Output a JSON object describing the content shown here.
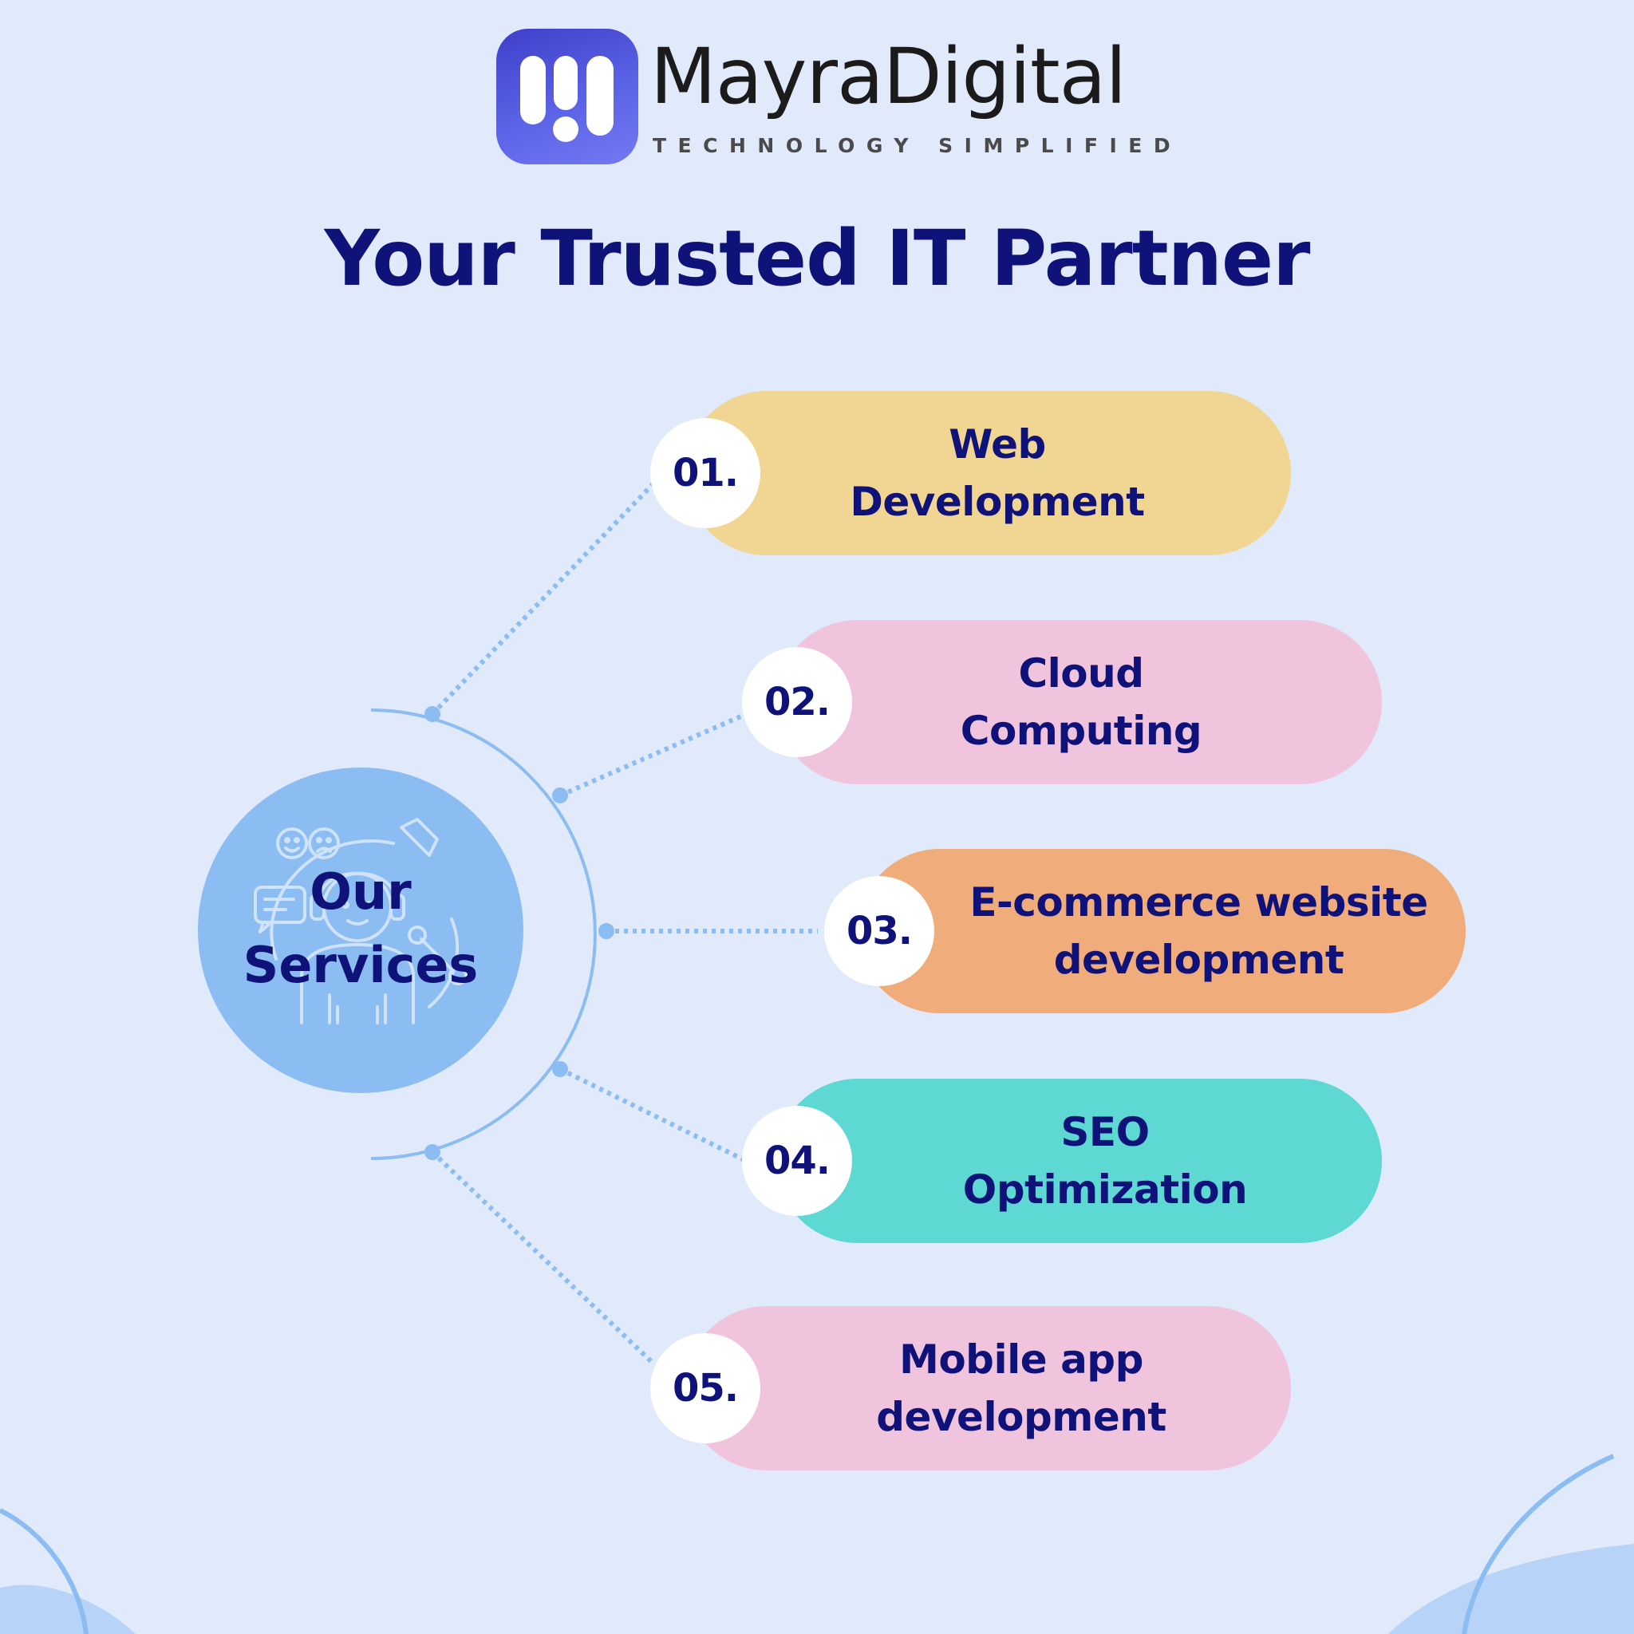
{
  "brand": {
    "name": "MayraDigital",
    "tagline": "TECHNOLOGY SIMPLIFIED"
  },
  "title": "Your Trusted IT Partner",
  "hub": {
    "line1": "Our",
    "line2": "Services",
    "icon": "customer-support-person-icon"
  },
  "services": [
    {
      "number": "01.",
      "line1": "Web",
      "line2": "Development",
      "color": "#f1d592"
    },
    {
      "number": "02.",
      "line1": "Cloud",
      "line2": "Computing",
      "color": "#f1c4de"
    },
    {
      "number": "03.",
      "line1": "E-commerce website",
      "line2": "development",
      "color": "#f0ac7a"
    },
    {
      "number": "04.",
      "line1": "SEO",
      "line2": "Optimization",
      "color": "#5dd8d3"
    },
    {
      "number": "05.",
      "line1": "Mobile app",
      "line2": "development",
      "color": "#f1c4de"
    }
  ],
  "colors": {
    "background": "#e0eafb",
    "heading": "#0f1279",
    "connector": "#8bbcf2",
    "hub": "#8bbcf2",
    "accent_blob": "#b7d3f7"
  }
}
